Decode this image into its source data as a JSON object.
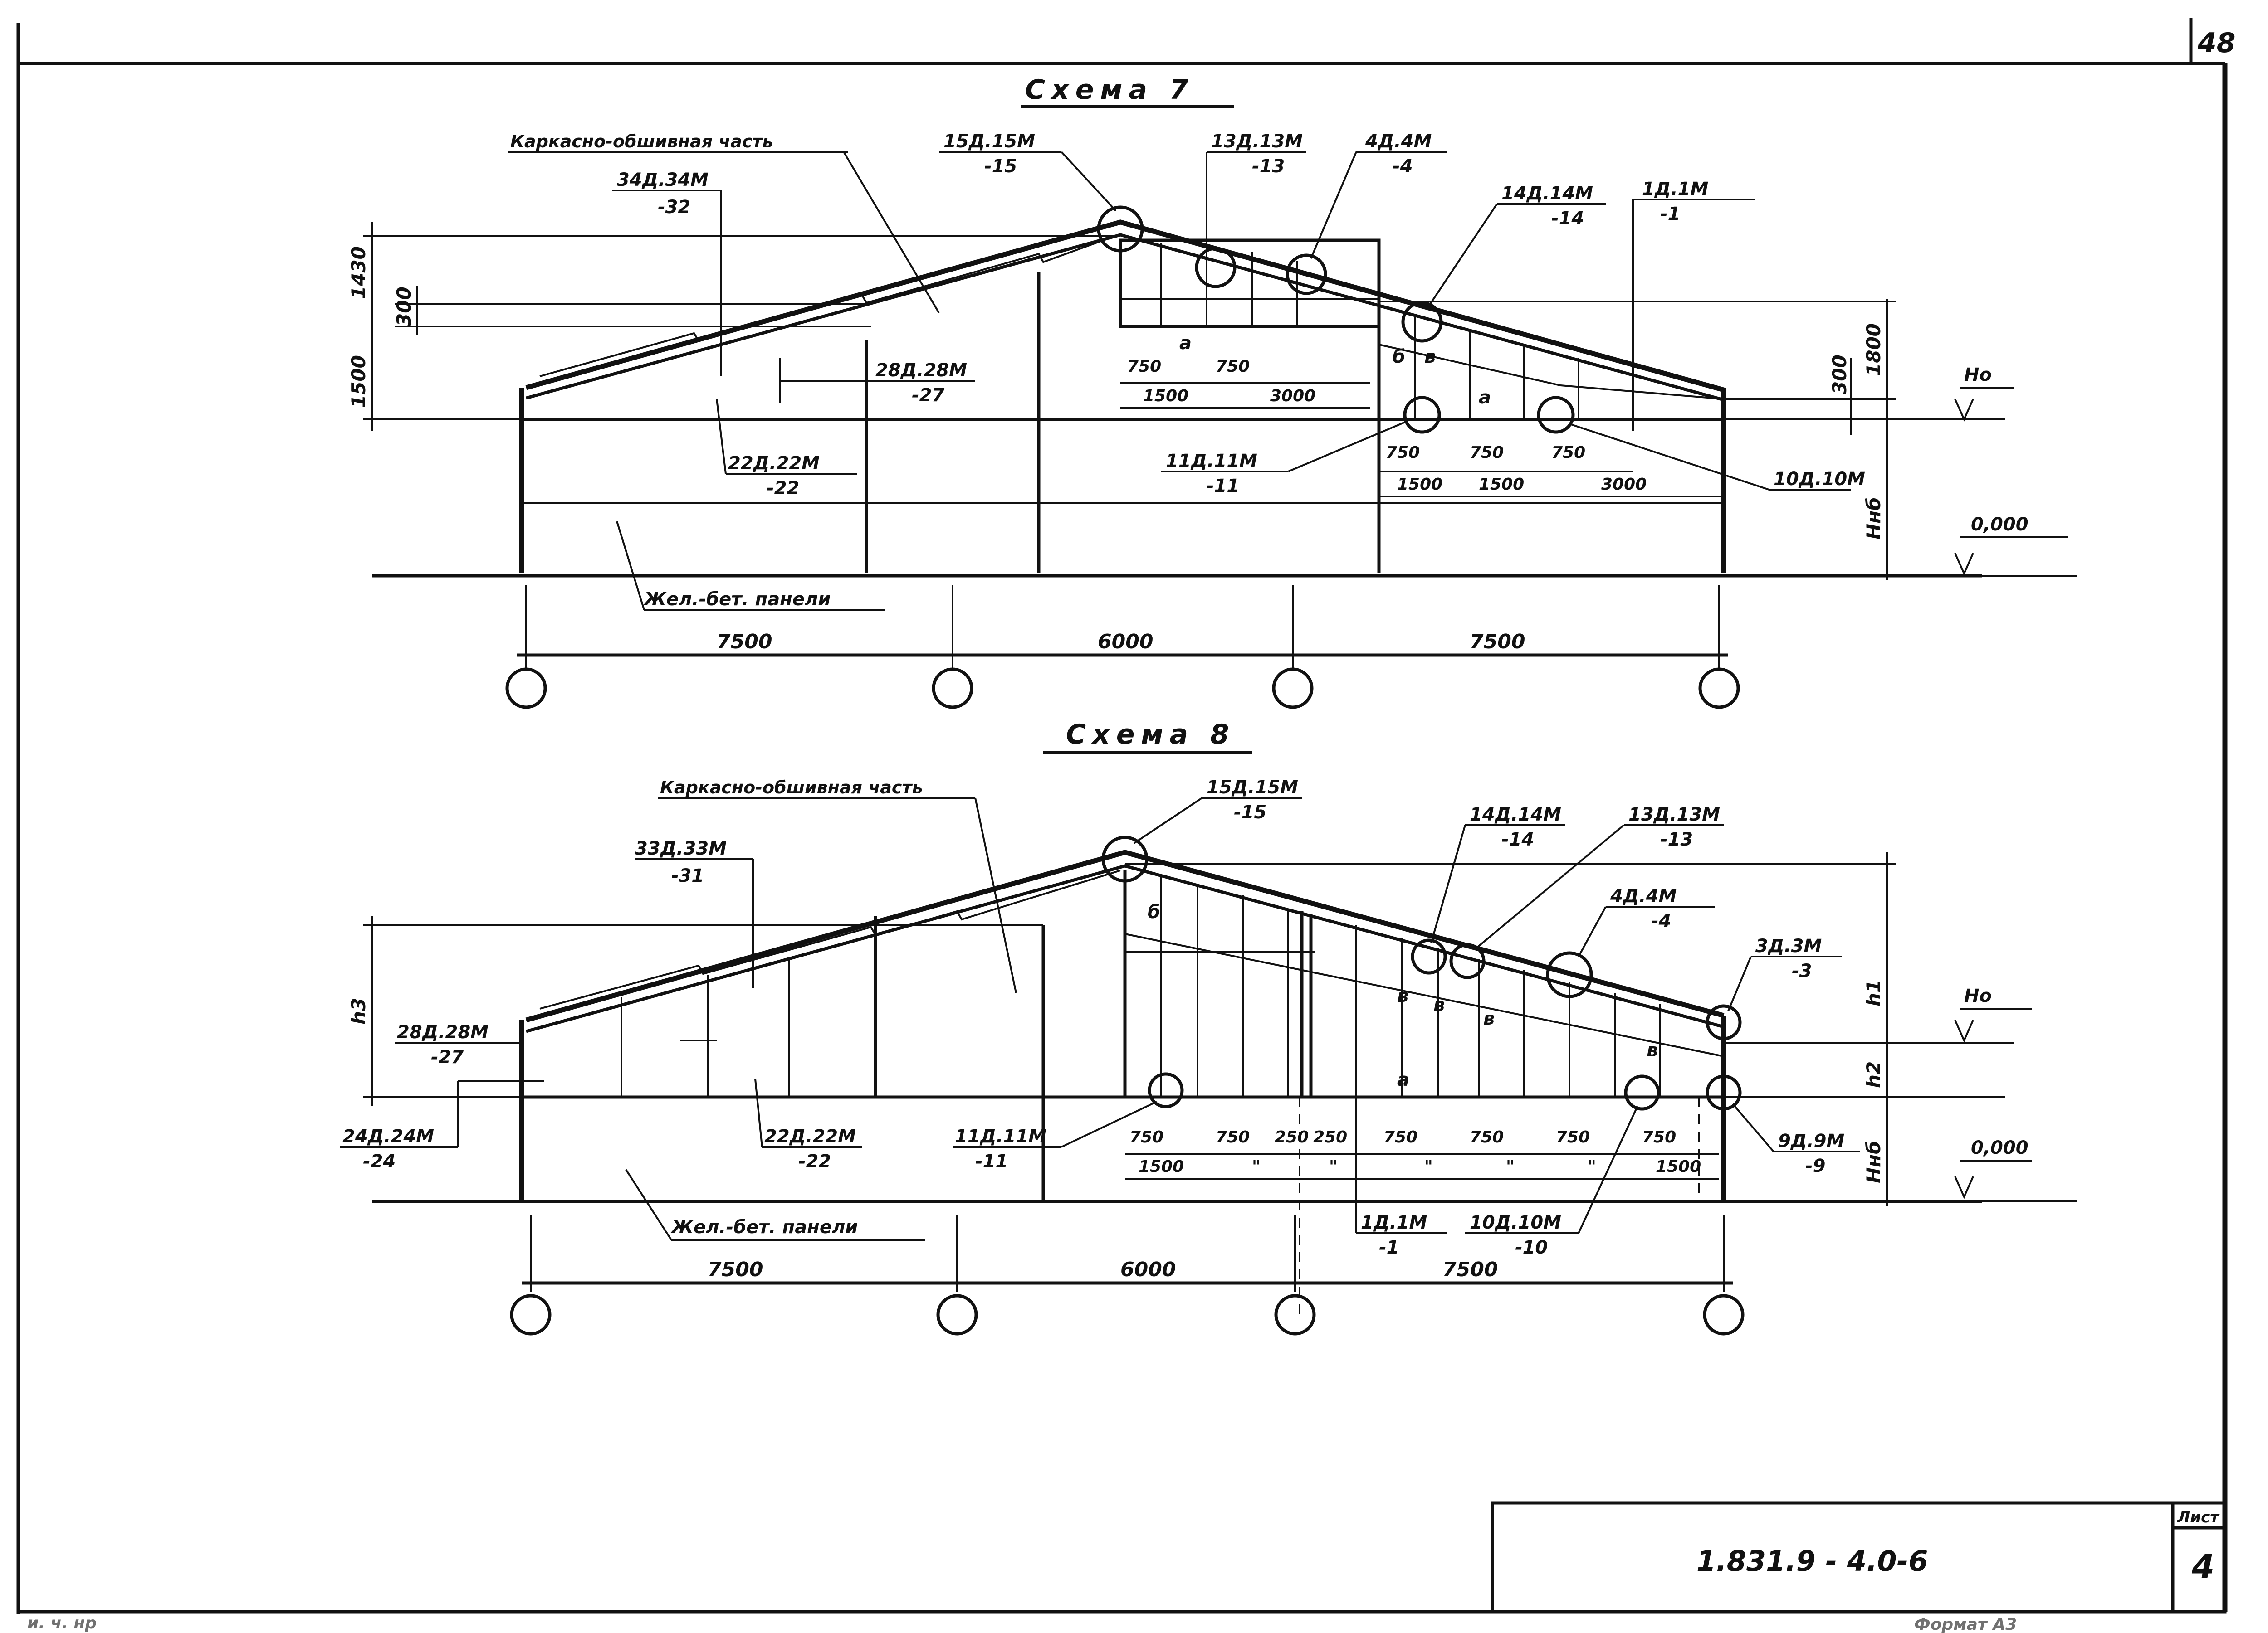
{
  "sheet": {
    "page_number": "48",
    "doc_code": "1.831.9 - 4.0-6",
    "list_label": "Лист",
    "list_number": "4",
    "bottom_left_note": "и. ч. нр",
    "bottom_right_note": "Формат А3"
  },
  "scheme7": {
    "title": "Схема 7",
    "frame_part_label": "Каркасно-обшивная часть",
    "panels_label": "Жел.-бет. панели",
    "callouts": [
      {
        "top": "15Д.15М",
        "bottom": "-15"
      },
      {
        "top": "13Д.13М",
        "bottom": "-13"
      },
      {
        "top": "4Д.4М",
        "bottom": "-4"
      },
      {
        "top": "14Д.14М",
        "bottom": "-14"
      },
      {
        "top": "1Д.1М",
        "bottom": "-1"
      },
      {
        "top": "34Д.34М",
        "bottom": "-32"
      },
      {
        "top": "28Д.28М",
        "bottom": "-27"
      },
      {
        "top": "22Д.22М",
        "bottom": "-22"
      },
      {
        "top": "11Д.11М",
        "bottom": "-11"
      },
      {
        "top": "10Д.10М",
        "bottom": ""
      }
    ],
    "vertical_dims": [
      "1430",
      "300",
      "1500",
      "300",
      "1800",
      "Hнб"
    ],
    "levels": [
      "Ho",
      "0,000"
    ],
    "sub_dims": [
      "750",
      "750",
      "1500",
      "3000",
      "750",
      "750",
      "750",
      "1500",
      "1500",
      "3000"
    ],
    "marks": [
      "a",
      "б",
      "в"
    ],
    "spans": [
      "7500",
      "6000",
      "7500"
    ]
  },
  "scheme8": {
    "title": "Схема 8",
    "frame_part_label": "Каркасно-обшивная часть",
    "panels_label": "Жел.-бет. панели",
    "callouts": [
      {
        "top": "15Д.15М",
        "bottom": "-15"
      },
      {
        "top": "14Д.14М",
        "bottom": "-14"
      },
      {
        "top": "13Д.13М",
        "bottom": "-13"
      },
      {
        "top": "4Д.4М",
        "bottom": "-4"
      },
      {
        "top": "3Д.3М",
        "bottom": "-3"
      },
      {
        "top": "33Д.33М",
        "bottom": "-31"
      },
      {
        "top": "28Д.28М",
        "bottom": "-27"
      },
      {
        "top": "24Д.24М",
        "bottom": "-24"
      },
      {
        "top": "22Д.22М",
        "bottom": "-22"
      },
      {
        "top": "11Д.11М",
        "bottom": "-11"
      },
      {
        "top": "1Д.1М",
        "bottom": "-1"
      },
      {
        "top": "10Д.10М",
        "bottom": "-10"
      },
      {
        "top": "9Д.9М",
        "bottom": "-9"
      }
    ],
    "vertical_dims": [
      "h3",
      "h2",
      "h1",
      "Hнб"
    ],
    "levels": [
      "Ho",
      "0,000"
    ],
    "sub_dims": [
      "750",
      "750",
      "250",
      "250",
      "750",
      "750",
      "750",
      "750",
      "250",
      "1500",
      "\"",
      "\"",
      "\"",
      "\"",
      "\"",
      "1500"
    ],
    "marks": [
      "б",
      "а",
      "в"
    ],
    "spans": [
      "7500",
      "6000",
      "7500"
    ]
  }
}
